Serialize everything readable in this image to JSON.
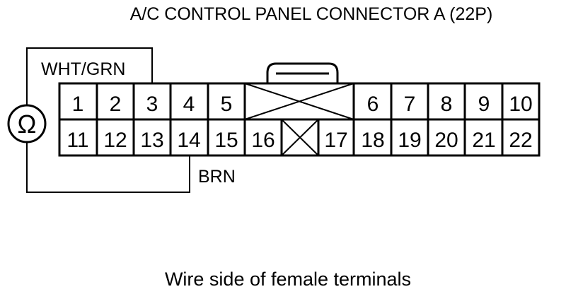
{
  "title": "A/C CONTROL PANEL CONNECTOR A (22P)",
  "caption": "Wire side of female terminals",
  "meter_symbol": "Ω",
  "wires": {
    "top": "WHT/GRN",
    "bottom": "BRN"
  },
  "connector": {
    "row_top": [
      "1",
      "2",
      "3",
      "4",
      "5",
      "6",
      "7",
      "8",
      "9",
      "10"
    ],
    "row_bottom": [
      "11",
      "12",
      "13",
      "14",
      "15",
      "16",
      "17",
      "18",
      "19",
      "20",
      "21",
      "22"
    ]
  }
}
